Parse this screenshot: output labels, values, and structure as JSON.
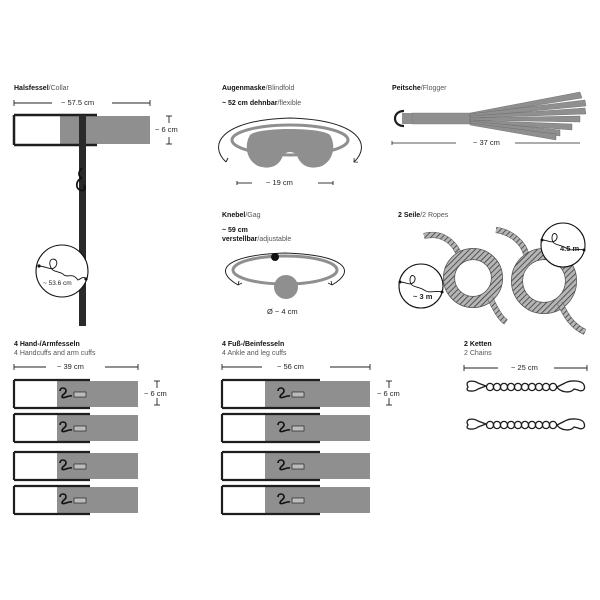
{
  "colors": {
    "strap_gray": "#8f8f8f",
    "frame_black": "#1e1e1e",
    "line": "#222222",
    "background": "#ffffff",
    "rope_gray": "#9a9a9a"
  },
  "items": {
    "collar": {
      "title_de": "Halsfessel",
      "title_en": "Collar",
      "length": "~ 57.5 cm",
      "width": "~ 6 cm",
      "leash_length": "~ 53.6 cm"
    },
    "blindfold": {
      "title_de": "Augenmaske",
      "title_en": "Blindfold",
      "strap_length_de": "~ 52 cm dehnbar",
      "strap_length_en": "flexible",
      "width": "~ 19 cm"
    },
    "flogger": {
      "title_de": "Peitsche",
      "title_en": "Flogger",
      "length": "~ 37 cm"
    },
    "gag": {
      "title_de": "Knebel",
      "title_en": "Gag",
      "length": "~ 59 cm",
      "adjustable_de": "verstellbar",
      "adjustable_en": "adjustable",
      "ball_diameter": "Ø ~ 4 cm"
    },
    "ropes": {
      "title_de": "2 Seile",
      "title_en": "2 Ropes",
      "rope1_length": "~ 3 m",
      "rope2_length": "4.5 m"
    },
    "hand_cuffs": {
      "title_de": "4 Hand-/Armfesseln",
      "title_en": "4 Handcuffs and arm cuffs",
      "length": "~ 39 cm",
      "width": "~ 6 cm",
      "count": 4
    },
    "ankle_cuffs": {
      "title_de": "4 Fuß-/Beinfesseln",
      "title_en": "4 Ankle and leg cuffs",
      "length": "~ 56 cm",
      "width": "~ 6 cm",
      "count": 4
    },
    "chains": {
      "title_de": "2 Ketten",
      "title_en": "2 Chains",
      "length": "~ 25 cm",
      "count": 2
    }
  }
}
